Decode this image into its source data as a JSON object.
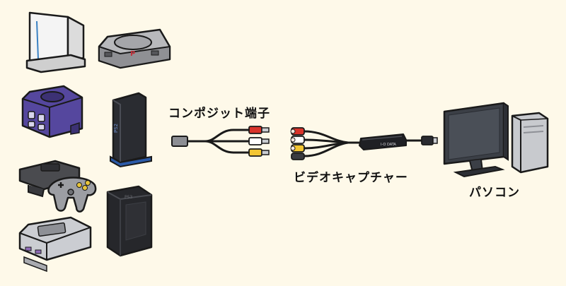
{
  "labels": {
    "composite_terminal": "コンポジット端子",
    "video_capture": "ビデオキャプチャー",
    "pc": "パソコン"
  },
  "devices": {
    "capture_brand": "I-O DATA",
    "ps2_logo": "PS2",
    "ps3_logo": "PS3",
    "ps_logo": "P"
  },
  "colors": {
    "background": "#FEF9E9",
    "outline": "#1A1A1A",
    "plug_red": "#D9342B",
    "plug_white": "#FFFFFF",
    "plug_yellow": "#F3C633",
    "gamecube": "#55479E",
    "ps2_accent": "#2B5AA8",
    "screen": "#3B3F46"
  }
}
